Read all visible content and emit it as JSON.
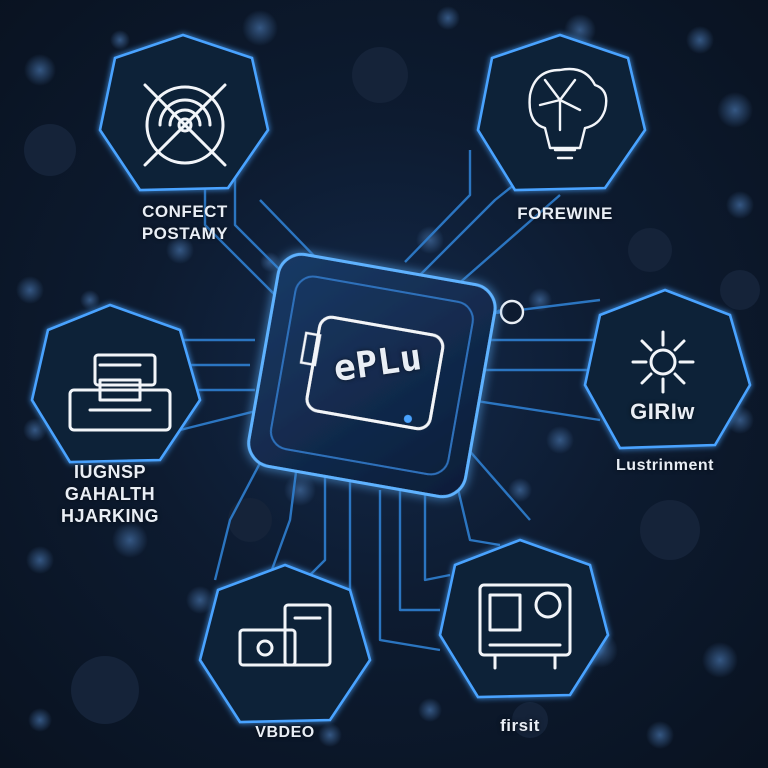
{
  "hub": {
    "label": "ePLu"
  },
  "nodes": [
    {
      "id": "top-left",
      "icon": "radar-target-icon",
      "lines": [
        "CONFECT",
        "POSTAMY"
      ]
    },
    {
      "id": "top-right",
      "icon": "brain-lightbulb-icon",
      "lines": [
        "FOREWINE"
      ]
    },
    {
      "id": "mid-left",
      "icon": "printer-icon",
      "lines": [
        "IUGNSP",
        "GAHALTH",
        "HJARKING"
      ]
    },
    {
      "id": "mid-right",
      "icon": "gear-burst-icon",
      "badge": "GIRIw",
      "lines": [
        "Lustrinment"
      ]
    },
    {
      "id": "bottom-left",
      "icon": "devices-icon",
      "lines": [
        "VBDEO"
      ]
    },
    {
      "id": "bottom-right",
      "icon": "machine-icon",
      "lines": [
        "firsit"
      ]
    }
  ],
  "colors": {
    "background": "#0b1626",
    "circuit": "#2f7fd0",
    "circuit_glow": "#4aa3ff",
    "hub_fill": "#0f2747",
    "node_fill": "#0f2038",
    "text": "#e9eef5"
  }
}
